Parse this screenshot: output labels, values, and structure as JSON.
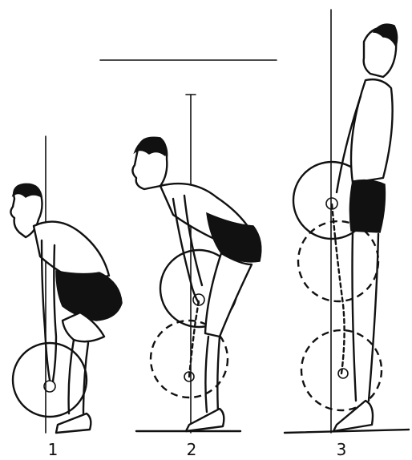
{
  "figure": {
    "phases": [
      {
        "label": "1"
      },
      {
        "label": "2"
      },
      {
        "label": "3"
      }
    ]
  },
  "colors": {
    "ink": "#111111",
    "background": "#ffffff"
  }
}
